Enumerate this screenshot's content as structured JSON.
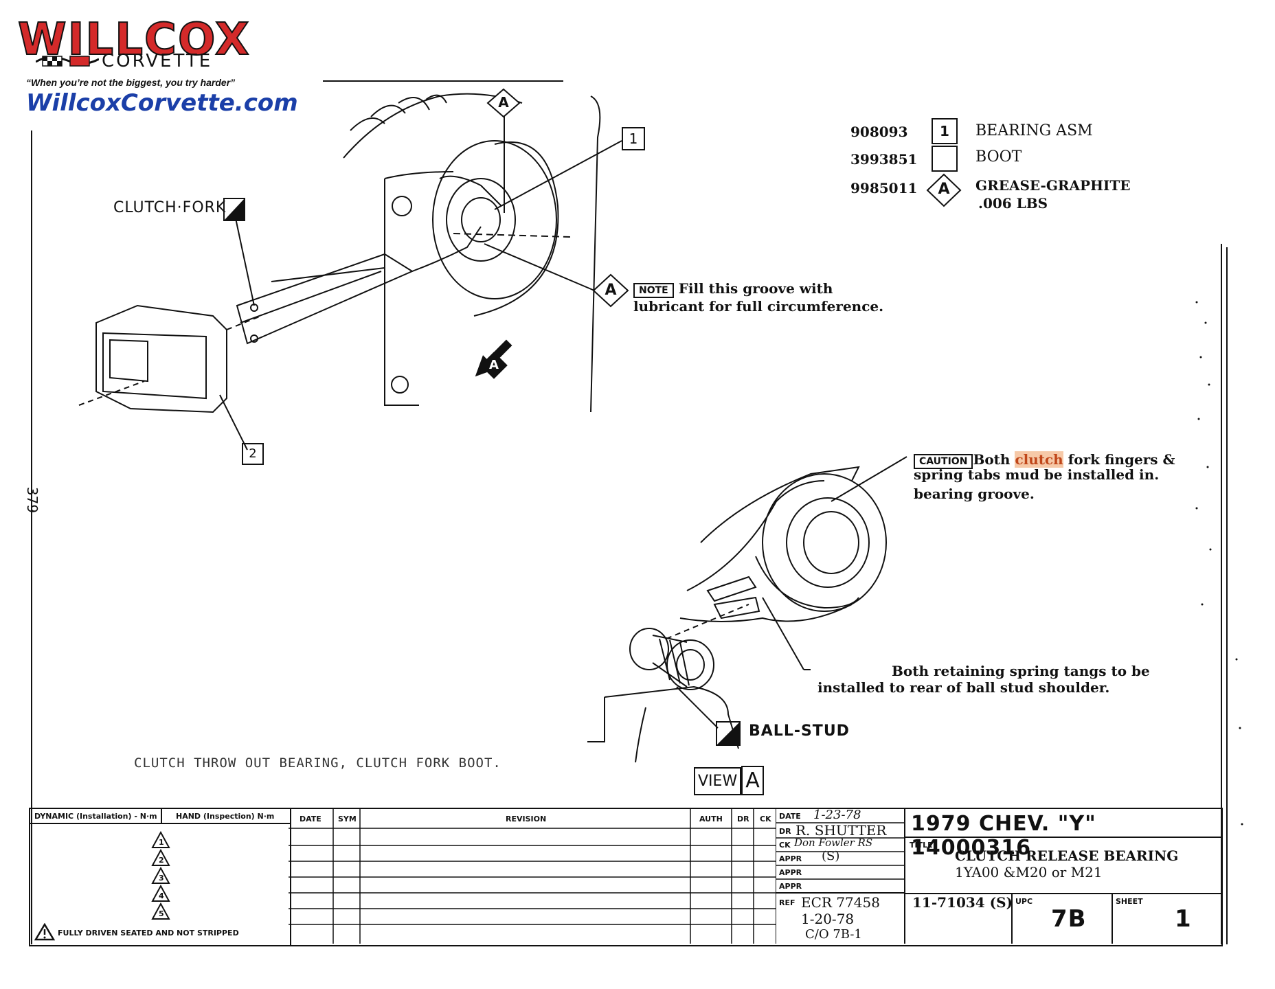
{
  "logo": {
    "brand": "WILLCOX",
    "sub": "CORVETTE",
    "tagline": "“When you’re not the biggest, you try harder”",
    "website": "WillcoxCorvette.com"
  },
  "legend": [
    {
      "part": "908093",
      "symbol": "1",
      "desc": "BEARING ASM",
      "desc2": ""
    },
    {
      "part": "3993851",
      "symbol": "",
      "desc": "BOOT",
      "desc2": ""
    },
    {
      "part": "9985011",
      "symbol": "A",
      "desc": "GREASE-GRAPHITE",
      "desc2": ".006 LBS"
    }
  ],
  "labels": {
    "clutch_fork": "CLUTCH·FORK",
    "callout_1": "1",
    "callout_2": "2",
    "callout_a_top": "A",
    "callout_a_note": "A",
    "arrow_a": "A",
    "page_number": "379",
    "ball_stud": "BALL-STUD",
    "view": "VIEW",
    "view_a": "A"
  },
  "note": {
    "tag": "NOTE",
    "line1": "Fill this groove with",
    "line2": "lubricant for full circumference."
  },
  "caution": {
    "tag": "CAUTION",
    "pre": "Both ",
    "highlight": "clutch",
    "post": " fork fingers &",
    "line2": "spring tabs mud be installed in.",
    "line3": "bearing groove."
  },
  "spring_note": {
    "line1": "Both retaining spring tangs to be",
    "line2": "installed to rear of ball stud shoulder."
  },
  "caption": "CLUTCH THROW OUT BEARING, CLUTCH FORK BOOT.",
  "title_block": {
    "torque_dynamic": "DYNAMIC (Installation) - N·m",
    "torque_hand": "HAND (Inspection)   N·m",
    "fully_driven": "FULLY DRIVEN  SEATED AND NOT STRIPPED",
    "tri_1": "1",
    "tri_2": "2",
    "tri_3": "3",
    "tri_4": "4",
    "tri_5": "5",
    "col_date": "DATE",
    "col_sym": "SYM",
    "col_revision": "REVISION",
    "col_auth": "AUTH",
    "col_dr": "DR",
    "col_ck": "CK",
    "date_label": "DATE",
    "date_value": "1-23-78",
    "dr_label": "DR",
    "dr_value": "R. SHUTTER",
    "ck_label": "CK",
    "ck_value": "Don Fowler RS",
    "appr_label": "APPR",
    "appr_value": "(S)",
    "appr2_label": "APPR",
    "appr3_label": "APPR",
    "ref_label": "REF",
    "ref_1": "ECR 77458",
    "ref_2": "1-20-78",
    "ref_3": "C/O 7B-1",
    "header": "1979 CHEV. \"Y\" 14000316",
    "title_label": "TITLE",
    "title_1": "CLUTCH RELEASE BEARING",
    "title_2": "1YA00 &M20 or M21",
    "ref_no": "11-71034 (S)",
    "upc_label": "UPC",
    "upc_value": "7B",
    "sheet_label": "SHEET",
    "sheet_value": "1"
  }
}
